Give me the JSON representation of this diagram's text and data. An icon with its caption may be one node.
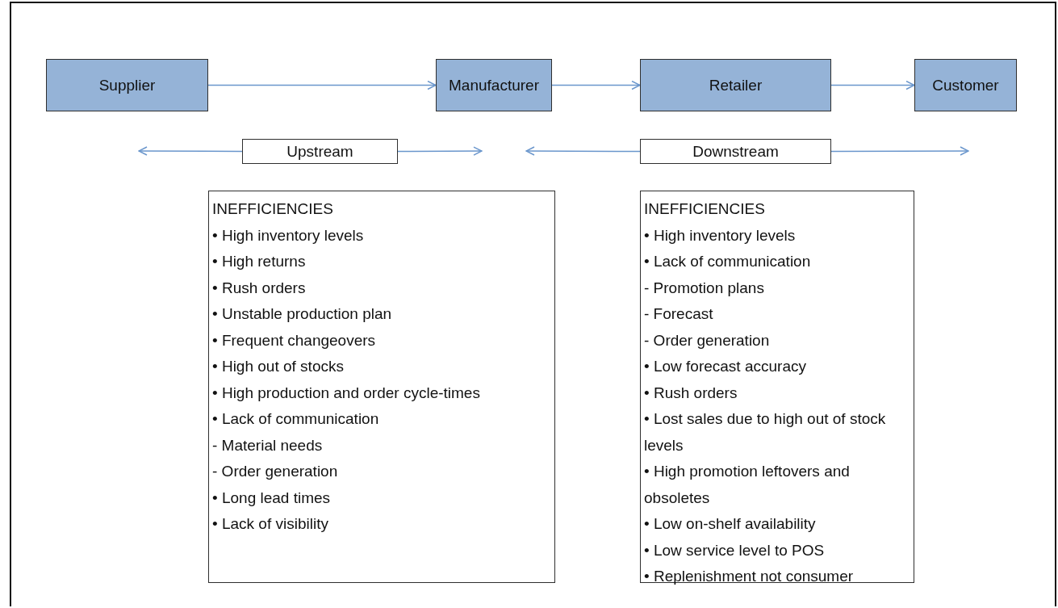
{
  "diagram": {
    "nodes": [
      {
        "text": [
          "Supplier"
        ]
      },
      {
        "text": [
          "Manufacturer"
        ]
      },
      {
        "text": [
          "Retailer"
        ]
      },
      {
        "text": [
          "Customer"
        ]
      },
      {
        "text": [
          "Upstream"
        ]
      },
      {
        "text": [
          "Downstream"
        ]
      },
      {
        "text": [
          "INEFFICIENCIES",
          "• High inventory levels",
          "• High returns",
          "• Rush orders",
          "• Unstable production plan",
          "• Frequent changeovers",
          "• High out of stocks",
          "• High production and order cycle-times",
          "• Lack of communication",
          "- Material needs",
          "- Order generation",
          "• Long lead times",
          "• Lack of visibility"
        ]
      },
      {
        "text": [
          "INEFFICIENCIES",
          "• High inventory levels",
          "• Lack of communication",
          "- Promotion plans",
          "- Forecast",
          "- Order generation",
          "• Low forecast accuracy",
          "• Rush orders",
          "• Lost sales due to high out of stock levels",
          "• High promotion leftovers and obsoletes",
          "• Low on-shelf availability",
          "• Low service level to POS",
          "• Replenishment not consumer"
        ]
      }
    ],
    "edges": [
      {
        "from": 0,
        "to": 1,
        "arrow": "to"
      },
      {
        "from": 1,
        "to": 2,
        "arrow": "to"
      },
      {
        "from": 2,
        "to": 3,
        "arrow": "to"
      },
      {
        "from": 4,
        "to": null,
        "arrow": "to"
      },
      {
        "from": 4,
        "to": null,
        "arrow": "to"
      },
      {
        "from": 5,
        "to": null,
        "arrow": "to"
      },
      {
        "from": 5,
        "to": null,
        "arrow": "to"
      }
    ]
  }
}
